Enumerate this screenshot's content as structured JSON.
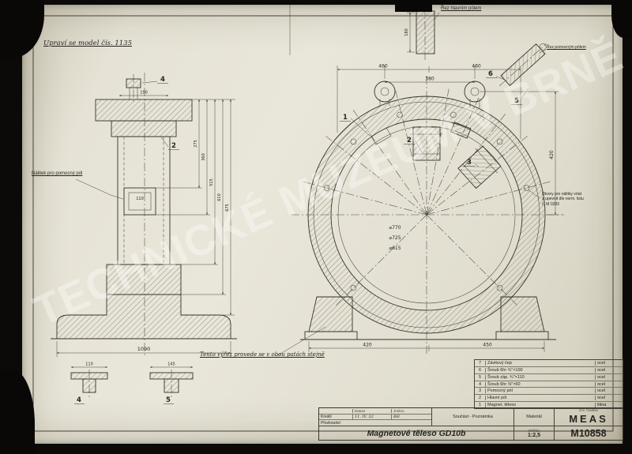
{
  "watermark": "TECHNICKÉ MUZEUM V BRNĚ",
  "annotations": {
    "top_note": "Upraví se model čís. 1135",
    "section_main_pole": "Řez hlavním pólem",
    "section_aux_pole": "Řez pomocným pólem",
    "boss_label": "Nálitek pro pomocný pól",
    "holes_note_l1": "Otvory pro nálitky vrtat",
    "holes_note_l2": "a upevnit dle norm. listu",
    "holes_note_l3": "č. M 0283",
    "cutout_note": "Tento výřez provede se v obou patách stejně"
  },
  "balloons": {
    "b1": "1",
    "b2": "2",
    "b3": "3",
    "b5": "5",
    "b6": "6",
    "left_b4": "4",
    "left_b2": "2",
    "det4": "4",
    "det5": "5"
  },
  "dimensions": {
    "top_left_span": "460",
    "top_right_span": "460",
    "top_inner": "380",
    "dia1": "⌀770",
    "dia2": "⌀725",
    "dia3": "⌀615",
    "base_total": "1090",
    "bottom_left": "420",
    "bottom_right": "450",
    "right_vert": "420",
    "ladder": [
      "275",
      "360",
      "515",
      "610",
      "675"
    ],
    "cap_width": "190",
    "boss_width": "110",
    "bar_length": "180",
    "det4_width": "110",
    "det5_width": "145"
  },
  "title_block": {
    "company": "MEAS",
    "drawing_number": "M10858",
    "title": "Magnetové těleso GD10b",
    "scale_label": "Měřítko",
    "scale_value": "1:2,5",
    "part_header": "Součást - Poznámka",
    "material_header": "Materiál",
    "model_header": "Čís. modelu",
    "drawn_label": "Kreslil",
    "checked_label": "Přezkoušel",
    "date_header": "Datum",
    "name_header": "Jméno",
    "drawn_date": "11. IV. 32",
    "drawn_name": "Bšl"
  },
  "parts_list": {
    "rows": [
      {
        "no": "7",
        "name": "Závitový čep",
        "material": "ocel"
      },
      {
        "no": "6",
        "name": "Šroub 6hr ¾″×100",
        "material": "ocel"
      },
      {
        "no": "5",
        "name": "Šroub záp. ¾″×110",
        "material": "ocel"
      },
      {
        "no": "4",
        "name": "Šroub 6hr ⅝″×60",
        "material": "ocel"
      },
      {
        "no": "3",
        "name": "Pomocný pól",
        "material": "ocel"
      },
      {
        "no": "2",
        "name": "Hlavní pól",
        "material": "ocel"
      },
      {
        "no": "1",
        "name": "Magnet. těleso",
        "material": "litina"
      }
    ]
  }
}
